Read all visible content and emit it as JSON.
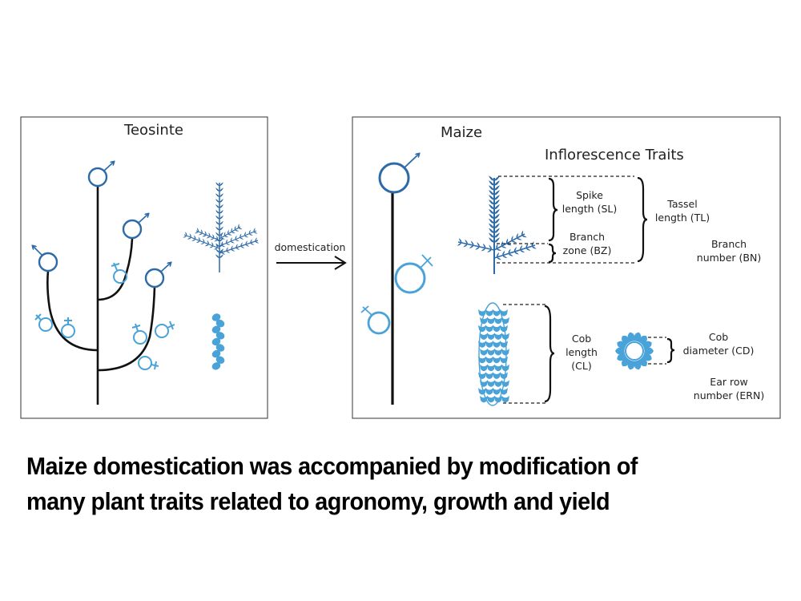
{
  "colors": {
    "male_blue": "#2c6aa8",
    "female_blue": "#4aa3d8",
    "tassel_blue": "#2c6aa8",
    "kernel_blue": "#4aa3d8",
    "stem": "#111111",
    "frame": "#555555"
  },
  "teosinte_panel": {
    "title": "Teosinte"
  },
  "arrow": {
    "label": "domestication"
  },
  "maize_panel": {
    "title": "Maize",
    "traits_heading": "Inflorescence Traits",
    "traits": [
      {
        "line1": "Spike",
        "line2": "length (SL)"
      },
      {
        "line1": "Branch",
        "line2": "zone (BZ)"
      },
      {
        "line1": "Tassel",
        "line2": "length (TL)"
      },
      {
        "line1": "Branch",
        "line2": "number (BN)"
      },
      {
        "line1": "Cob",
        "line2": "length",
        "line3": "(CL)"
      },
      {
        "line1": "Cob",
        "line2": "diameter (CD)"
      },
      {
        "line1": "Ear row",
        "line2": "number (ERN)"
      }
    ]
  },
  "caption": {
    "line1": "Maize domestication was accompanied by modification of",
    "line2": "many plant traits related to agronomy, growth and yield"
  }
}
